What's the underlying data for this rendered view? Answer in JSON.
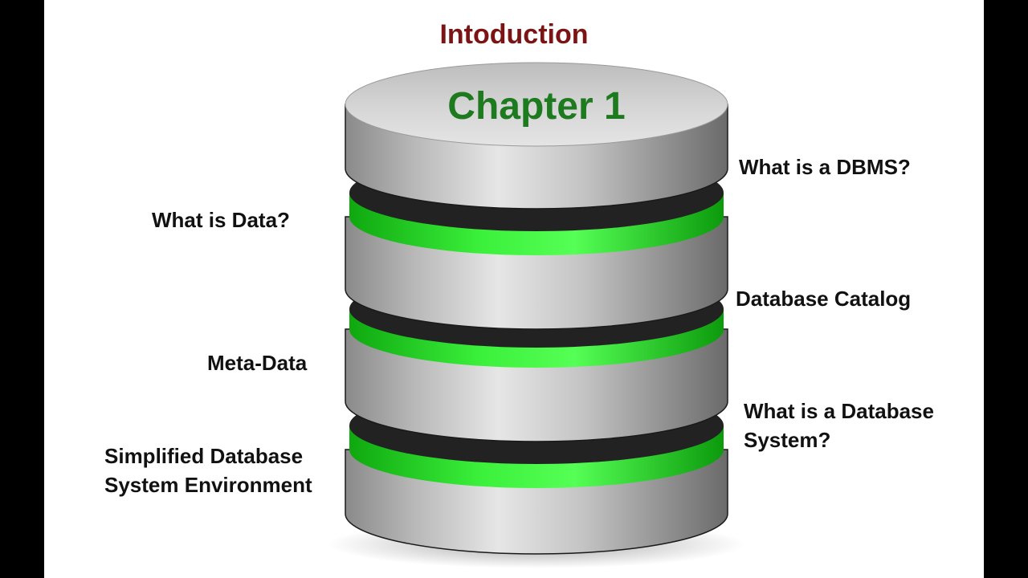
{
  "slide": {
    "title": "Intoduction",
    "chapter": "Chapter 1",
    "left_topics": [
      "What is Data?",
      "Meta-Data",
      "Simplified Database System Environment"
    ],
    "right_topics": [
      "What is a DBMS?",
      "Database Catalog",
      "What is a Database System?"
    ]
  },
  "colors": {
    "title": "#7b1414",
    "chapter": "#1e7a1e",
    "ring": "#22dd22",
    "border": "#000000",
    "background": "#ffffff"
  },
  "icons": [
    "database-cylinder-icon"
  ]
}
